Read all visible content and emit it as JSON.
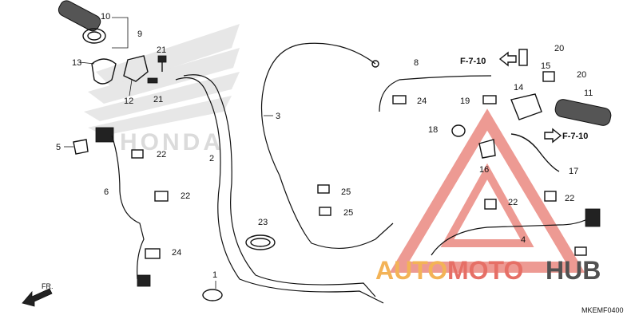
{
  "diagram": {
    "code": "MKEMF0400",
    "front_label": "FR.",
    "refs": {
      "upper": "F-7-10",
      "lower": "F-7-10"
    },
    "callouts": [
      "10",
      "9",
      "13",
      "21",
      "12",
      "21",
      "5",
      "22",
      "6",
      "22",
      "24",
      "23",
      "2",
      "3",
      "1",
      "8",
      "24",
      "25",
      "25",
      "20",
      "15",
      "20",
      "14",
      "11",
      "19",
      "18",
      "16",
      "17",
      "22",
      "22",
      "4"
    ]
  },
  "watermark": {
    "brand": "HONDA",
    "auto": "AUTO",
    "moto": "MOTO",
    "hub": "HUB",
    "colors": {
      "red": "#e2574c",
      "orange": "#f2a63a",
      "dark": "#333333"
    }
  }
}
